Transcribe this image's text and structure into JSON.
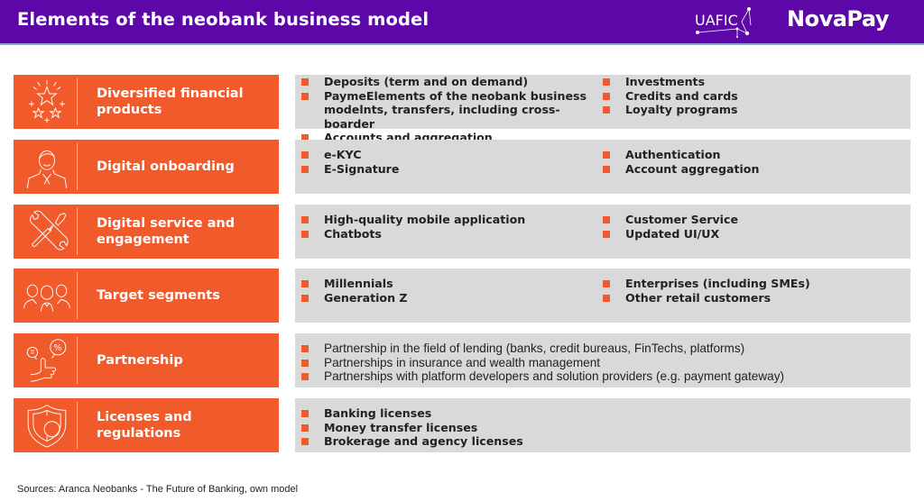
{
  "header": {
    "title": "Elements of the neobank business model",
    "logo_uafic": "UAFIC",
    "logo_novapay": "NovaPay",
    "background_color": "#5e07a8"
  },
  "accent_color": "#f15a2b",
  "rows": [
    {
      "label": "Diversified financial products",
      "icon": "stars-icon",
      "col1": [
        "Deposits (term and on demand)",
        "PaymeElements of the neobank business modelnts, transfers, including cross-boarder",
        "Accounts and aggregation"
      ],
      "col2": [
        "Investments",
        "Credits and cards",
        "Loyalty programs"
      ]
    },
    {
      "label": "Digital onboarding",
      "icon": "person-icon",
      "col1": [
        "e-KYC",
        "E-Signature"
      ],
      "col2": [
        "Authentication",
        "Account aggregation"
      ]
    },
    {
      "label": "Digital service and engagement",
      "icon": "tools-icon",
      "col1": [
        "High-quality mobile application",
        "Chatbots"
      ],
      "col2": [
        "Customer Service",
        "Updated UI/UX"
      ]
    },
    {
      "label": "Target segments",
      "icon": "group-icon",
      "col1": [
        "Millennials",
        "Generation Z"
      ],
      "col2": [
        "Enterprises (including SMEs)",
        "Other retail customers"
      ]
    },
    {
      "label": "Partnership",
      "icon": "thumbs-up-icon",
      "col1": [
        "Partnership in the field of lending (banks, credit bureaus, FinTechs, platforms)",
        "Partnerships in insurance and wealth management",
        "Partnerships with platform developers and solution providers (e.g. payment gateway)"
      ],
      "col2": []
    },
    {
      "label": "Licenses and regulations",
      "icon": "shield-icon",
      "col1": [
        "Banking licenses",
        "Money transfer licenses",
        "Brokerage and agency licenses"
      ],
      "col2": []
    }
  ],
  "footer": {
    "sources": "Sources: Aranca Neobanks - The Future of Banking, own model"
  }
}
